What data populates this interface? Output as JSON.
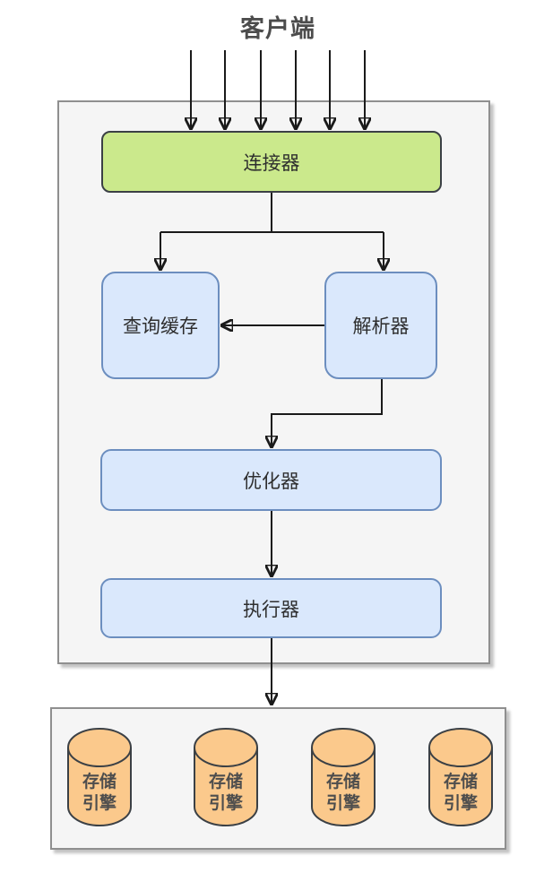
{
  "title": {
    "client_label": "客户端"
  },
  "server": {
    "connector": {
      "label": "连接器"
    },
    "query_cache": {
      "label": "查询缓存"
    },
    "parser": {
      "label": "解析器"
    },
    "optimizer": {
      "label": "优化器"
    },
    "executor": {
      "label": "执行器"
    }
  },
  "storage": {
    "cylinders": [
      {
        "label_line1": "存储",
        "label_line2": "引擎"
      },
      {
        "label_line1": "存储",
        "label_line2": "引擎"
      },
      {
        "label_line1": "存储",
        "label_line2": "引擎"
      },
      {
        "label_line1": "存储",
        "label_line2": "引擎"
      }
    ]
  },
  "colors": {
    "connector_fill": "#cbe98c",
    "connector_stroke": "#3b4045",
    "node_fill": "#dae8fc",
    "node_stroke": "#6c8ebf",
    "cylinder_fill": "#fbc98c",
    "cylinder_stroke": "#3b4045",
    "container_fill": "#f5f5f5",
    "container_stroke": "#8f8f8f",
    "line_color": "#1a1a1a",
    "text_color": "#2e2e2e"
  }
}
